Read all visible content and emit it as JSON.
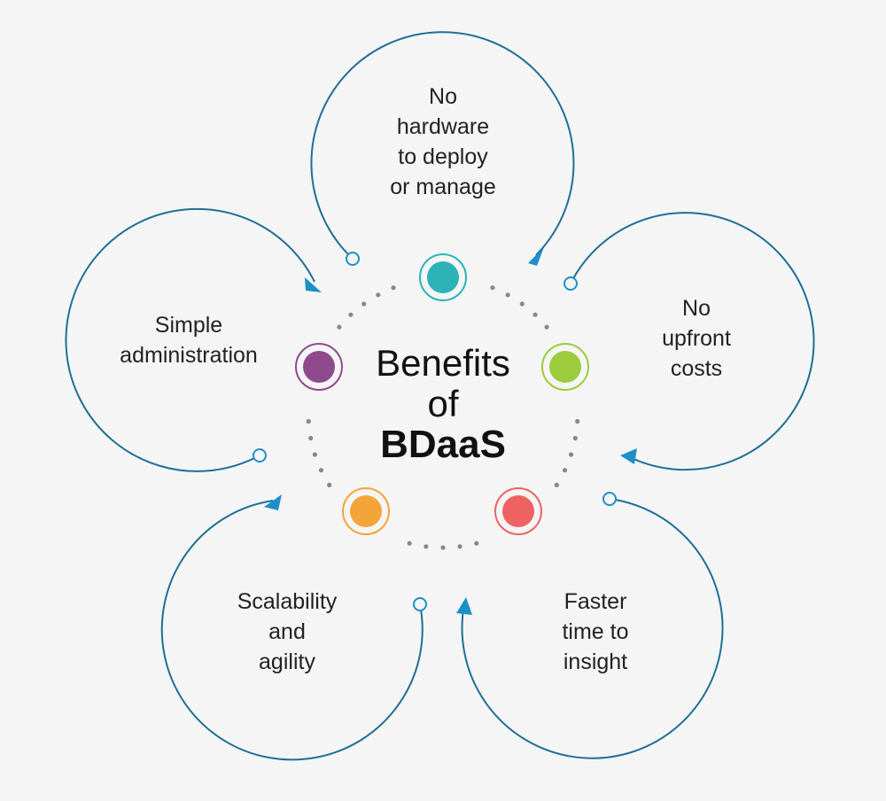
{
  "center": {
    "line1": "Benefits",
    "line2": "of",
    "line3": "BDaaS"
  },
  "benefits": [
    {
      "lines": [
        "No",
        "hardware",
        "to deploy",
        "or manage"
      ],
      "color": "#2bb3b8"
    },
    {
      "lines": [
        "No",
        "upfront",
        "costs"
      ],
      "color": "#9ccc3d"
    },
    {
      "lines": [
        "Faster",
        "time to",
        "insight"
      ],
      "color": "#ef6262"
    },
    {
      "lines": [
        "Scalability",
        "and",
        "agility"
      ],
      "color": "#f3a53a"
    },
    {
      "lines": [
        "Simple",
        "administration"
      ],
      "color": "#8e4a8d"
    }
  ],
  "colors": {
    "arc_stroke": "#1f6f95",
    "arrow": "#1e8fc8",
    "dots": "#888888",
    "background": "#f5f5f5"
  }
}
